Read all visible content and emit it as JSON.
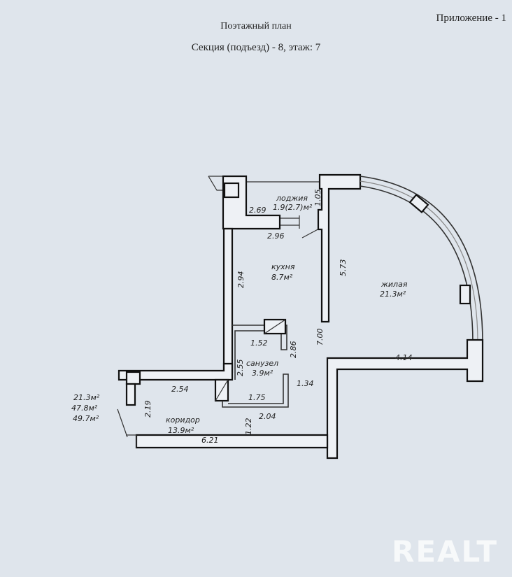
{
  "header": {
    "appendix": "Приложение - 1",
    "title": "Поэтажный план",
    "subtitle": "Секция (подъезд) - 8,  этаж: 7"
  },
  "rooms": {
    "loggia": {
      "name": "лоджия",
      "area": "1.9(2.7)м²"
    },
    "kitchen": {
      "name": "кухня",
      "area": "8.7м²"
    },
    "living": {
      "name": "жилая",
      "area": "21.3м²"
    },
    "bathroom": {
      "name": "санузел",
      "area": "3.9м²"
    },
    "corridor": {
      "name": "коридор",
      "area": "13.9м²"
    }
  },
  "totals": [
    "21.3м²",
    "47.8м²",
    "49.7м²"
  ],
  "dimensions": {
    "d269": "2.69",
    "d296": "2.96",
    "d105": "1.05",
    "d294": "2.94",
    "d573": "5.73",
    "d700": "7.00",
    "d414": "4.14",
    "d152": "1.52",
    "d286": "2.86",
    "d255": "2.55",
    "d134": "1.34",
    "d254": "2.54",
    "d175": "1.75",
    "d204": "2.04",
    "d219": "2.19",
    "d122": "1.22",
    "d621": "6.21"
  },
  "watermark": "REALT"
}
